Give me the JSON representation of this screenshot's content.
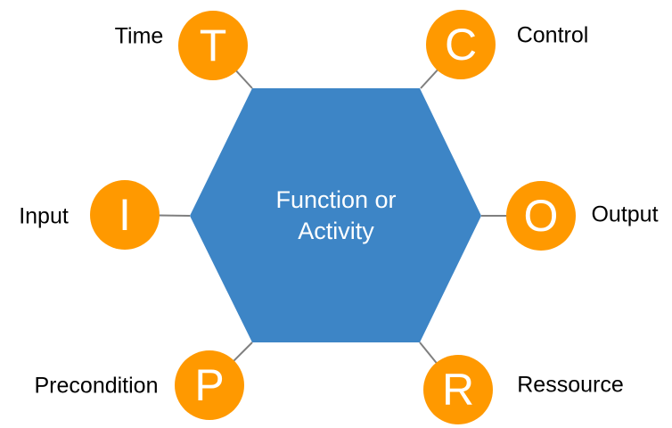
{
  "diagram": {
    "kind": "FRAM function hexagon",
    "center_label": "Function or Activity"
  },
  "colors": {
    "hexagon_fill": "#3d85c6",
    "node_fill": "#ff9900",
    "connector": "#7f7f7f",
    "node_letter": "#ffffff",
    "label_text": "#000000",
    "center_text": "#ffffff",
    "background": "#ffffff"
  },
  "nodes": [
    {
      "letter": "T",
      "label": "Time"
    },
    {
      "letter": "C",
      "label": "Control"
    },
    {
      "letter": "I",
      "label": "Input"
    },
    {
      "letter": "O",
      "label": "Output"
    },
    {
      "letter": "P",
      "label": "Precondition"
    },
    {
      "letter": "R",
      "label": "Ressource"
    }
  ]
}
